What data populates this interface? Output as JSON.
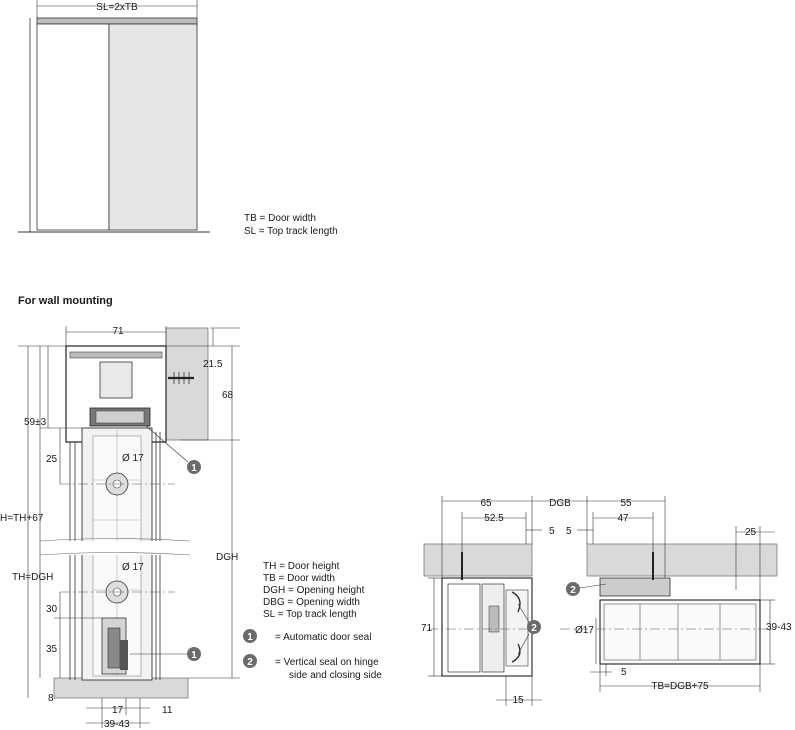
{
  "top_view": {
    "dim_sl": "SL=2xTB",
    "legend_tb": "TB = Door width",
    "legend_sl": "SL = Top track length"
  },
  "section_heading": "For wall mounting",
  "side_section": {
    "dim_71": "71",
    "dim_21_5": "21.5",
    "dim_68": "68",
    "dim_59": "59±3",
    "dim_25": "25",
    "dim_d17_top": "Ø 17",
    "dim_h": "H=TH+67",
    "dim_dgh": "DGH",
    "dim_th": "TH=DGH",
    "dim_d17_bottom": "Ø 17",
    "dim_30": "30",
    "dim_35": "35",
    "dim_8": "8",
    "dim_17": "17",
    "dim_11": "11",
    "dim_39_43": "39-43"
  },
  "legend": {
    "lines": [
      "TH = Door height",
      "TB = Door width",
      "DGH = Opening height",
      "DBG = Opening width",
      "SL = Top track length"
    ],
    "callouts": [
      {
        "num": "1",
        "text": [
          "= Automatic door seal"
        ]
      },
      {
        "num": "2",
        "text": [
          "= Vertical seal on hinge",
          "side and closing side"
        ]
      }
    ]
  },
  "plan_section": {
    "dim_65": "65",
    "dim_dgb": "DGB",
    "dim_55": "55",
    "dim_52_5": "52.5",
    "dim_5a": "5",
    "dim_5b": "5",
    "dim_47": "47",
    "dim_25": "25",
    "dim_71": "71",
    "dim_d17": "Ø17",
    "dim_39_43": "39-43",
    "dim_5c": "5",
    "dim_15": "15",
    "dim_tb": "TB=DGB+75"
  },
  "callout_labels": {
    "one": "1",
    "two": "2"
  }
}
